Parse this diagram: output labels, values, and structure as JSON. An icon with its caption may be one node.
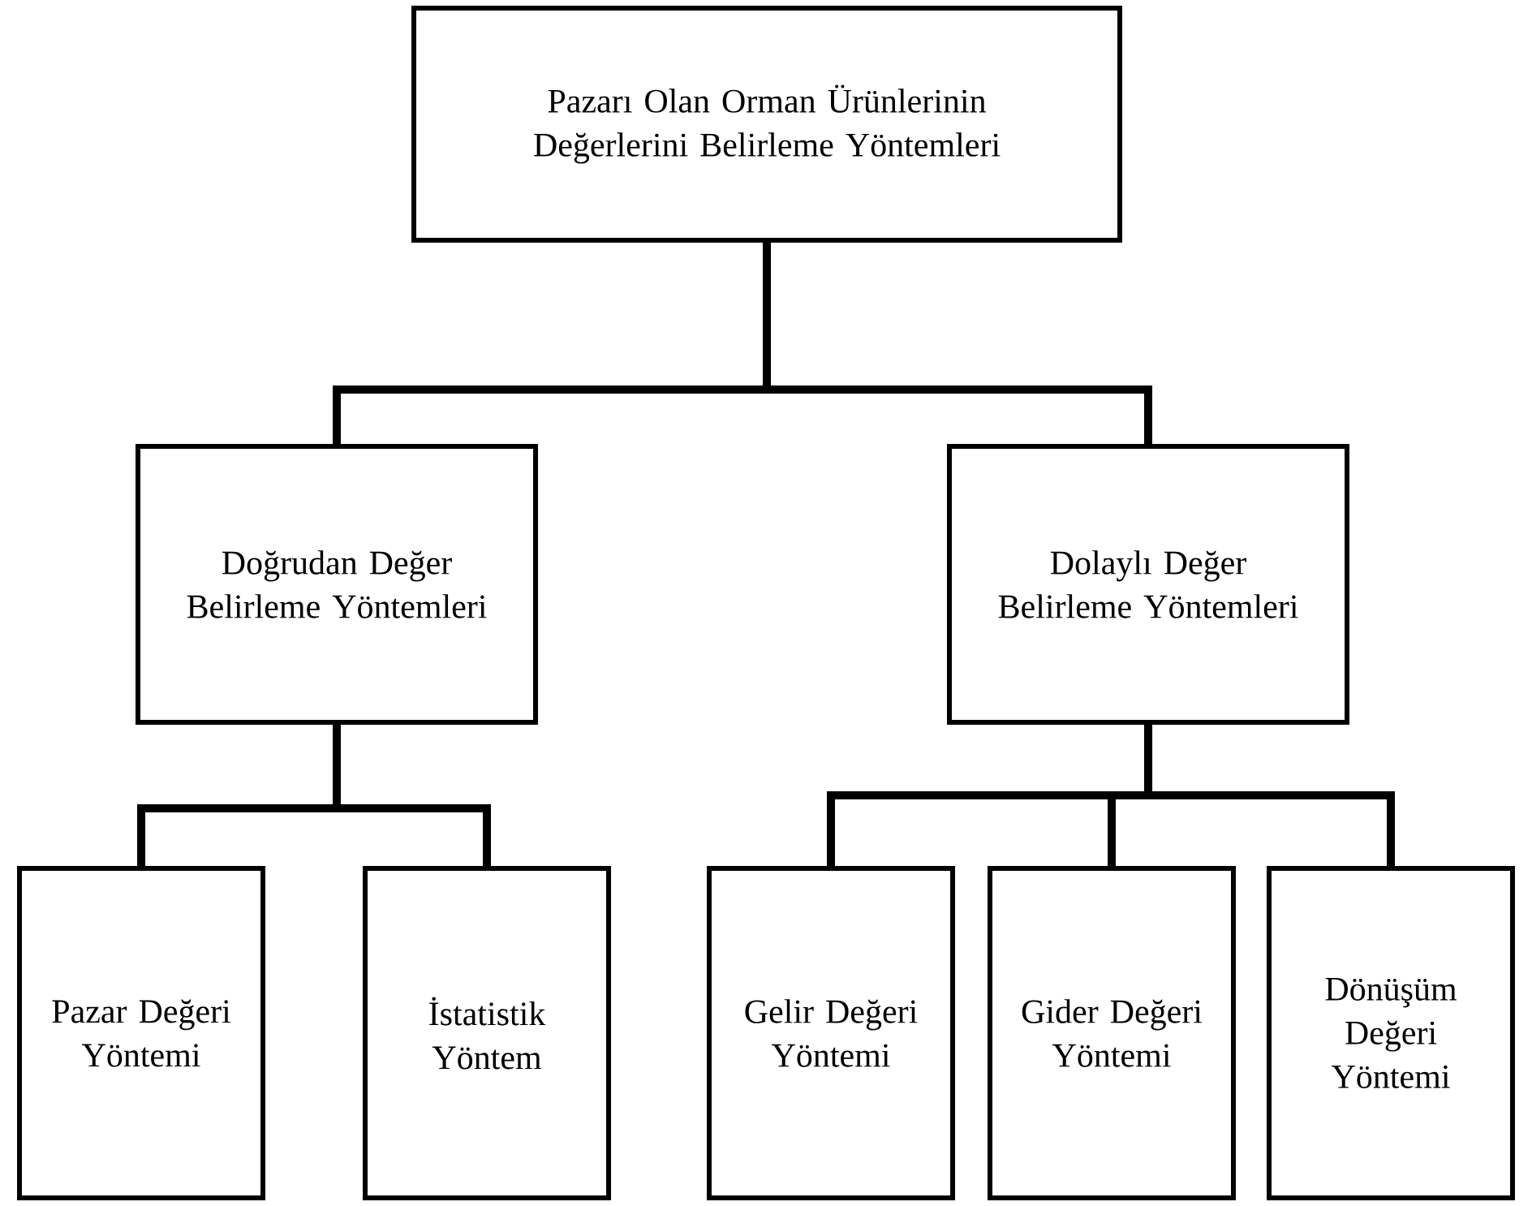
{
  "diagram": {
    "nodes": [
      {
        "text": [
          "Pazarı Olan Orman Ürünlerinin Değerlerini Belirleme Yöntemleri"
        ]
      },
      {
        "text": [
          "Doğrudan Değer Belirleme Yöntemleri"
        ]
      },
      {
        "text": [
          "Dolaylı Değer Belirleme Yöntemleri"
        ]
      },
      {
        "text": [
          "Pazar Değeri Yöntemi"
        ]
      },
      {
        "text": [
          "İstatistik Yöntem"
        ]
      },
      {
        "text": [
          "Gelir Değeri Yöntemi"
        ]
      },
      {
        "text": [
          "Gider Değeri Yöntemi"
        ]
      },
      {
        "text": [
          "Dönüşüm Değeri Yöntemi"
        ]
      }
    ],
    "edges": [
      {
        "from": 0,
        "to": 1,
        "arrow": "none"
      },
      {
        "from": 0,
        "to": 2,
        "arrow": "none"
      },
      {
        "from": 1,
        "to": 3,
        "arrow": "none"
      },
      {
        "from": 1,
        "to": 4,
        "arrow": "none"
      },
      {
        "from": 2,
        "to": 5,
        "arrow": "none"
      },
      {
        "from": 2,
        "to": 6,
        "arrow": "none"
      },
      {
        "from": 2,
        "to": 7,
        "arrow": "none"
      }
    ]
  }
}
